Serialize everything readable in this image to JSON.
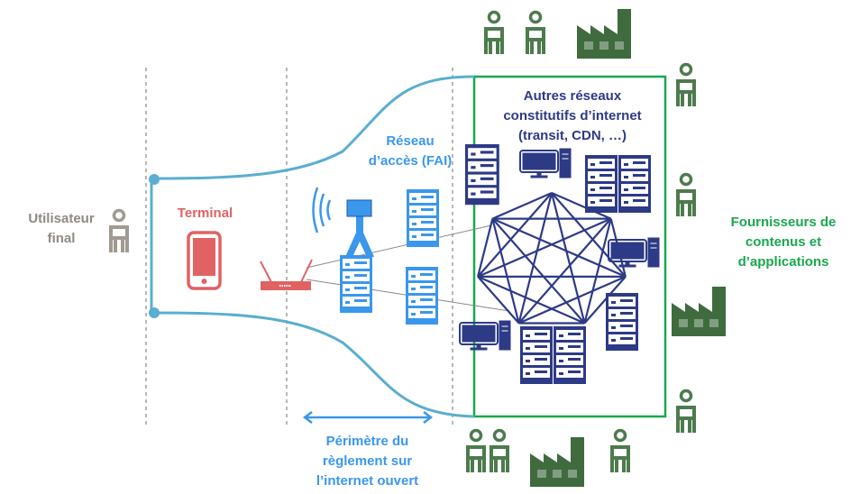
{
  "labels": {
    "end_user": "Utilisateur\nfinal",
    "terminal": "Terminal",
    "access_network": "Réseau\nd’accès (FAI)",
    "other_networks": "Autres réseaux\nconstitutifs d’internet\n(transit, CDN, …)",
    "providers": "Fournisseurs de\ncontenus et\nd’applications",
    "perimeter": "Périmètre du\nrèglement sur\nl’internet ouvert"
  },
  "colors": {
    "end_user": "#8f8a82",
    "terminal": "#e06262",
    "access": "#3a97ec",
    "core": "#2d3a86",
    "providers": "#19a84c",
    "provider_icons": "#3f6b3f",
    "funnel": "#5aaecf"
  },
  "icons": [
    "person-icon",
    "smartphone-icon",
    "router-icon",
    "cell-tower-icon",
    "server-icon",
    "desktop-computer-icon",
    "factory-icon",
    "mesh-network-icon"
  ]
}
